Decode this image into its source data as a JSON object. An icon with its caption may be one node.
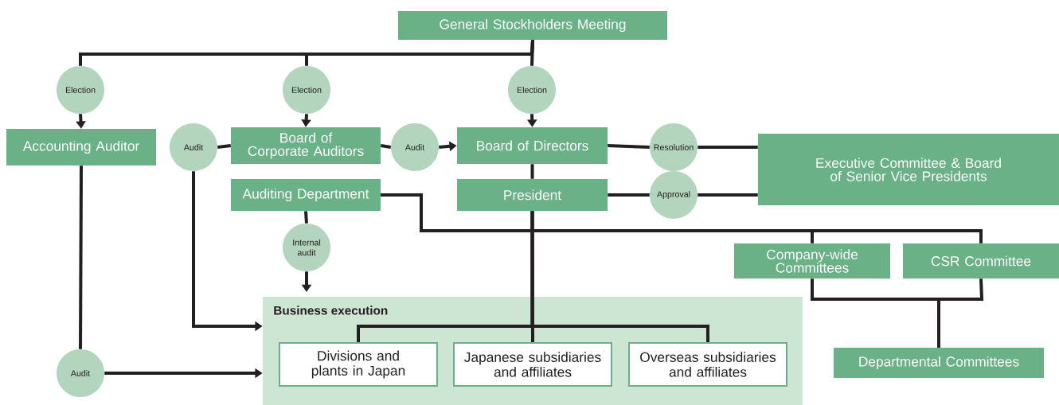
{
  "diagram": {
    "nodes": [
      {
        "text": [
          "General Stockholders Meeting"
        ]
      },
      {
        "text": [
          "Election"
        ]
      },
      {
        "text": [
          "Election"
        ]
      },
      {
        "text": [
          "Election"
        ]
      },
      {
        "text": [
          "Accounting Auditor"
        ]
      },
      {
        "text": [
          "Audit"
        ]
      },
      {
        "text": [
          "Board of Corporate Auditors"
        ]
      },
      {
        "text": [
          "Audit"
        ]
      },
      {
        "text": [
          "Board of Directors"
        ]
      },
      {
        "text": [
          "Resolution"
        ]
      },
      {
        "text": [
          "Executive Committee & Board of Senior Vice Presidents"
        ]
      },
      {
        "text": [
          "Auditing Department"
        ]
      },
      {
        "text": [
          "President"
        ]
      },
      {
        "text": [
          "Approval"
        ]
      },
      {
        "text": [
          "Internal audit"
        ]
      },
      {
        "text": [
          "Company-wide Committees"
        ]
      },
      {
        "text": [
          "CSR Committee"
        ]
      },
      {
        "text": [
          "Business execution"
        ]
      },
      {
        "text": [
          "Divisions and plants in Japan"
        ],
        "in": 17
      },
      {
        "text": [
          "Japanese subsidiaries and affiliates"
        ],
        "in": 17
      },
      {
        "text": [
          "Overseas subsidiaries and affiliates"
        ],
        "in": 17
      },
      {
        "text": [
          "Departmental Committees"
        ]
      },
      {
        "text": [
          "Audit"
        ]
      }
    ],
    "edges": [
      {
        "from": 0,
        "to": 1,
        "arrow": "none"
      },
      {
        "from": 0,
        "to": 2,
        "arrow": "none"
      },
      {
        "from": 0,
        "to": 3,
        "arrow": "none"
      },
      {
        "from": 1,
        "to": 4,
        "arrow": "to"
      },
      {
        "from": 2,
        "to": 6,
        "arrow": "to"
      },
      {
        "from": 3,
        "to": 8,
        "arrow": "to"
      },
      {
        "from": 6,
        "to": 5,
        "arrow": "none"
      },
      {
        "from": 5,
        "to": 17,
        "arrow": "to"
      },
      {
        "from": 6,
        "to": 7,
        "arrow": "none"
      },
      {
        "from": 7,
        "to": 8,
        "arrow": "to"
      },
      {
        "from": 8,
        "to": 12,
        "arrow": "none"
      },
      {
        "from": 12,
        "to": 18,
        "arrow": "none"
      },
      {
        "from": 12,
        "to": 19,
        "arrow": "none"
      },
      {
        "from": 12,
        "to": 20,
        "arrow": "none"
      },
      {
        "from": 8,
        "to": 9,
        "arrow": "none"
      },
      {
        "from": 9,
        "to": 10,
        "arrow": "none"
      },
      {
        "from": 12,
        "to": 13,
        "arrow": "none"
      },
      {
        "from": 13,
        "to": 10,
        "arrow": "none"
      },
      {
        "from": 11,
        "to": 14,
        "arrow": "none"
      },
      {
        "from": 14,
        "to": 17,
        "arrow": "to"
      },
      {
        "from": 11,
        "to": 15,
        "arrow": "none"
      },
      {
        "from": 11,
        "to": 16,
        "arrow": "none"
      },
      {
        "from": 15,
        "to": 21,
        "arrow": "none"
      },
      {
        "from": 16,
        "to": 21,
        "arrow": "none"
      },
      {
        "from": 4,
        "to": 22,
        "arrow": "none"
      },
      {
        "from": 22,
        "to": 17,
        "arrow": "to"
      }
    ]
  }
}
